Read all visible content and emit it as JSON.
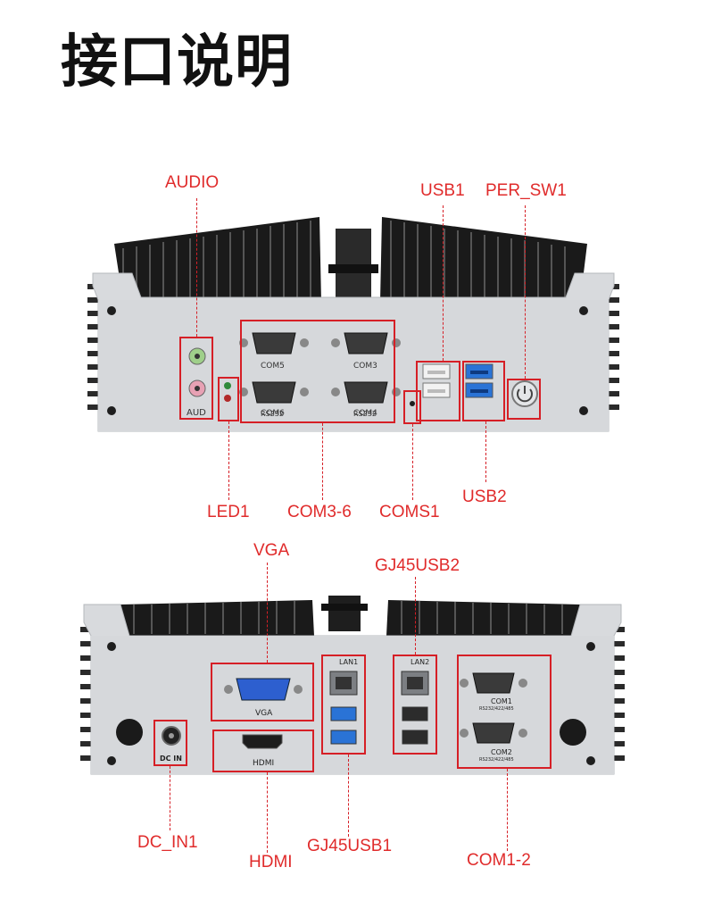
{
  "title": "接口说明",
  "top_panel": {
    "labels": {
      "audio": "AUDIO",
      "usb1": "USB1",
      "per_sw1": "PER_SW1",
      "led1": "LED1",
      "com3_6": "COM3-6",
      "coms1": "COMS1",
      "usb2": "USB2"
    },
    "silk": {
      "aud": "AUD",
      "com5": "COM5",
      "com3": "COM3",
      "com6": "COM6",
      "com4": "COM4",
      "rs232": "RS232"
    }
  },
  "bottom_panel": {
    "labels": {
      "vga": "VGA",
      "gj45usb2": "GJ45USB2",
      "dc_in1": "DC_IN1",
      "hdmi": "HDMI",
      "gj45usb1": "GJ45USB1",
      "com1_2": "COM1-2"
    },
    "silk": {
      "vga": "VGA",
      "hdmi": "HDMI",
      "dc_in": "DC IN",
      "lan1": "LAN1",
      "lan2": "LAN2",
      "com1": "COM1",
      "com2": "COM2",
      "rs_multi": "RS232/422/485"
    }
  },
  "colors": {
    "accent": "#e02b2b",
    "chassis": "#d9dbde",
    "heatsink": "#1c1c1c",
    "usb3": "#2a73d6",
    "vga_blue": "#2d5fcf"
  }
}
